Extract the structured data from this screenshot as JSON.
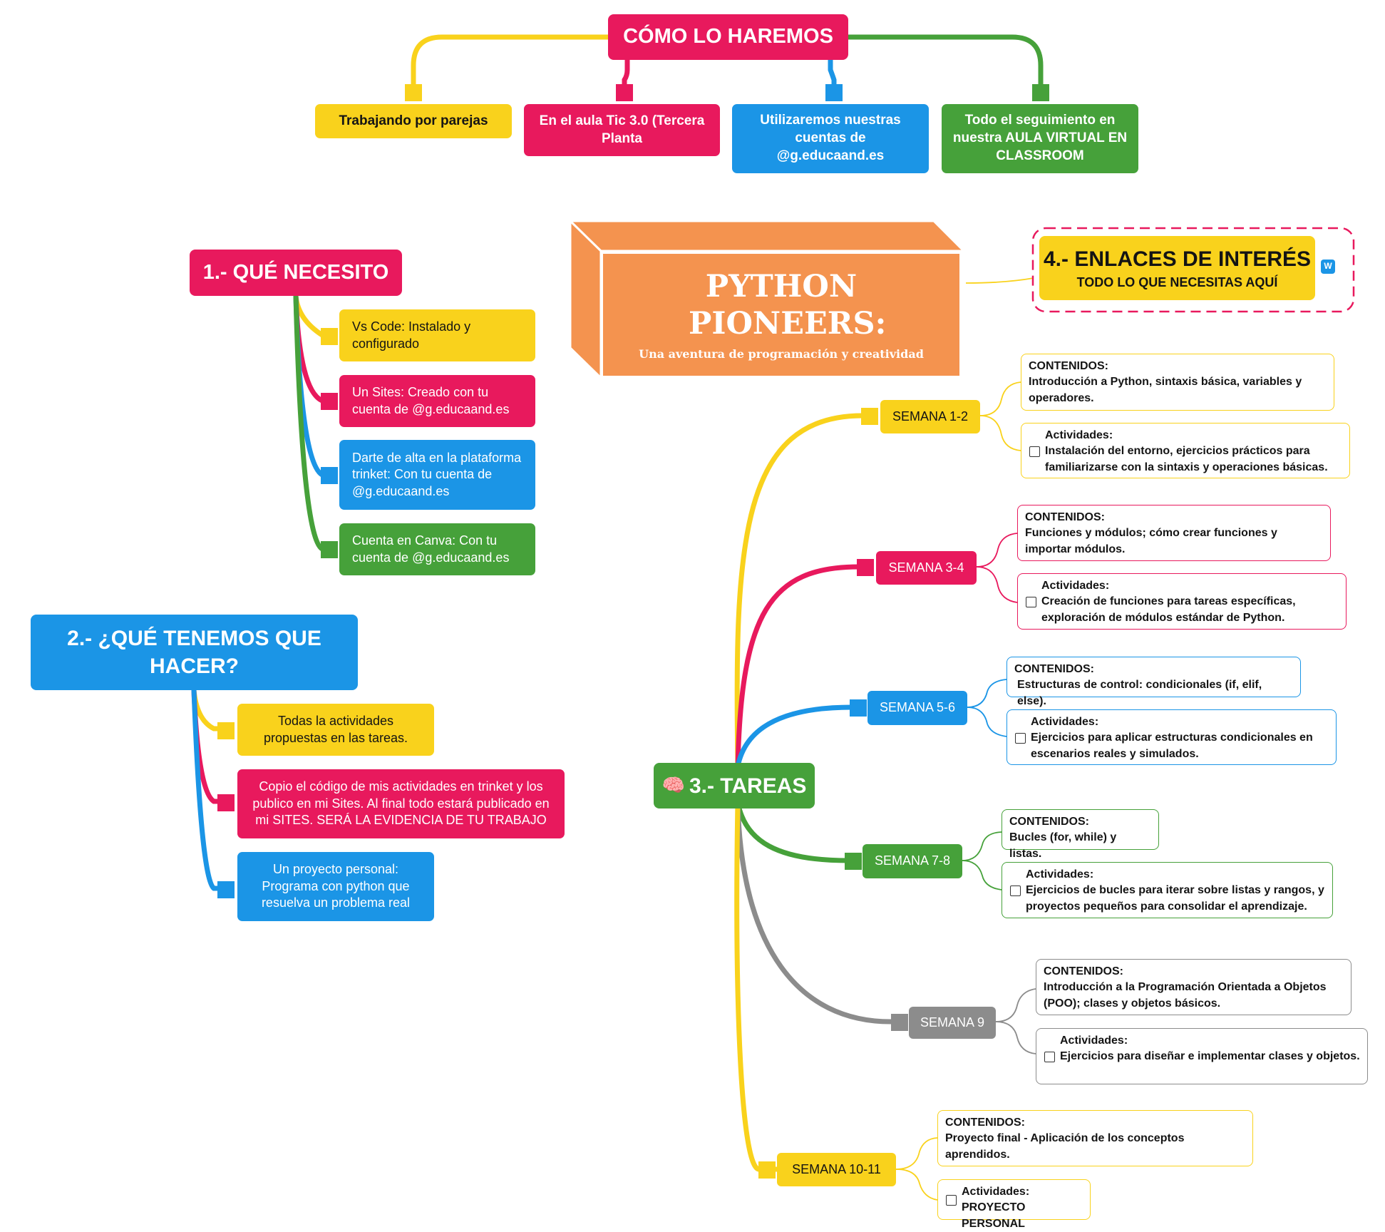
{
  "colors": {
    "yellow": "#f9d21c",
    "red": "#e8195d",
    "blue": "#1b95e6",
    "green": "#46a13a",
    "gray": "#8c8c8c",
    "orange": "#f4934f"
  },
  "central": {
    "title": "PYTHON PIONEERS:",
    "subtitle": "Una aventura de programación y creatividad"
  },
  "como": {
    "title": "CÓMO LO HAREMOS",
    "items": [
      "Trabajando por parejas",
      "En el aula Tic 3.0 (Tercera Planta",
      "Utilizaremos nuestras cuentas de @g.educaand.es",
      "Todo el seguimiento en nuestra AULA VIRTUAL EN CLASSROOM"
    ]
  },
  "necesito": {
    "title": "1.- QUÉ NECESITO",
    "items": [
      "Vs Code: Instalado y configurado",
      "Un Sites: Creado con tu cuenta de @g.educaand.es",
      "Darte de alta en la plataforma trinket: Con tu cuenta de @g.educaand.es",
      "Cuenta en Canva: Con tu cuenta de @g.educaand.es"
    ]
  },
  "hacer": {
    "title": "2.- ¿QUÉ TENEMOS QUE HACER?",
    "items": [
      "Todas la actividades propuestas en las tareas.",
      "Copio el código de mis actividades en trinket y los publico en mi Sites. Al final todo estará publicado en mi SITES. SERÁ LA EVIDENCIA DE TU TRABAJO",
      "Un proyecto personal: Programa con python que resuelva un problema real"
    ]
  },
  "enlaces": {
    "title": "4.- ENLACES DE INTERÉS",
    "subtitle": "TODO LO QUE NECESITAS AQUÍ",
    "icon": "W"
  },
  "tareas": {
    "icon": "brain-icon",
    "title": "3.- TAREAS",
    "weeks": [
      {
        "label": "SEMANA 1-2",
        "contenidos_label": "CONTENIDOS:",
        "contenidos": "Introducción a Python, sintaxis básica, variables y operadores.",
        "actividades_label": "Actividades:",
        "actividades": "Instalación del entorno, ejercicios prácticos para familiarizarse con la sintaxis y operaciones básicas."
      },
      {
        "label": "SEMANA 3-4",
        "contenidos_label": "CONTENIDOS:",
        "contenidos": "Funciones y módulos; cómo crear funciones y importar módulos.",
        "actividades_label": "Actividades:",
        "actividades": "Creación de funciones para tareas específicas, exploración de módulos estándar de Python."
      },
      {
        "label": "SEMANA 5-6",
        "contenidos_label": "CONTENIDOS:",
        "contenidos": "Estructuras de control: condicionales (if, elif, else).",
        "actividades_label": "Actividades:",
        "actividades": "Ejercicios para aplicar estructuras condicionales en escenarios reales y simulados."
      },
      {
        "label": "SEMANA 7-8",
        "contenidos_label": "CONTENIDOS:",
        "contenidos": "Bucles (for, while) y listas.",
        "actividades_label": "Actividades:",
        "actividades": "Ejercicios de bucles para iterar sobre listas y rangos, y proyectos pequeños para consolidar el aprendizaje."
      },
      {
        "label": "SEMANA 9",
        "contenidos_label": "CONTENIDOS:",
        "contenidos": "Introducción a la Programación Orientada a Objetos (POO); clases y objetos básicos.",
        "actividades_label": "Actividades:",
        "actividades": "Ejercicios para diseñar e implementar clases y objetos."
      },
      {
        "label": "SEMANA  10-11",
        "contenidos_label": "CONTENIDOS:",
        "contenidos": "Proyecto final - Aplicación de los conceptos aprendidos.",
        "actividades_label": "Actividades:",
        "actividades": "PROYECTO PERSONAL"
      }
    ]
  }
}
